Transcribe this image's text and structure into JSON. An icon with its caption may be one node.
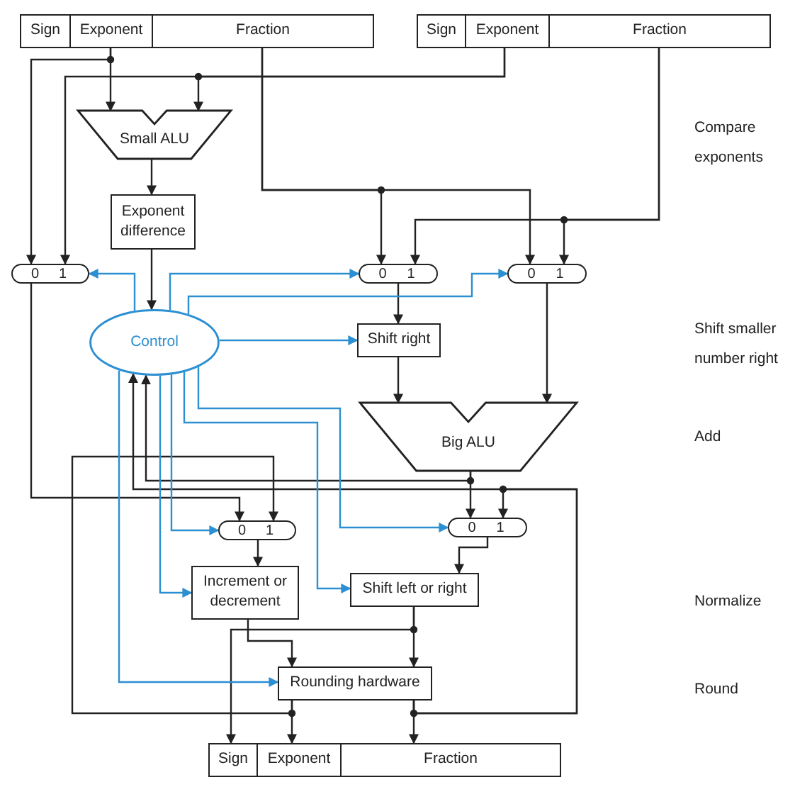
{
  "diagram": {
    "nodes": [
      {
        "text": [
          "Sign"
        ]
      },
      {
        "text": [
          "Exponent"
        ]
      },
      {
        "text": [
          "Fraction"
        ]
      },
      {
        "text": [
          "Sign"
        ]
      },
      {
        "text": [
          "Exponent"
        ]
      },
      {
        "text": [
          "Fraction"
        ]
      },
      {
        "text": [
          "Small ALU"
        ]
      },
      {
        "text": [
          "Exponent difference"
        ]
      },
      {
        "text": [
          "0",
          "1"
        ]
      },
      {
        "text": [
          "0",
          "1"
        ]
      },
      {
        "text": [
          "0",
          "1"
        ]
      },
      {
        "text": [
          "Control"
        ]
      },
      {
        "text": [
          "Shift right"
        ]
      },
      {
        "text": [
          "Big ALU"
        ]
      },
      {
        "text": [
          "0",
          "1"
        ]
      },
      {
        "text": [
          "0",
          "1"
        ]
      },
      {
        "text": [
          "Increment or decrement"
        ]
      },
      {
        "text": [
          "Shift left or right"
        ]
      },
      {
        "text": [
          "Rounding hardware"
        ]
      },
      {
        "text": [
          "Sign"
        ]
      },
      {
        "text": [
          "Exponent"
        ]
      },
      {
        "text": [
          "Fraction"
        ]
      }
    ],
    "edges": [
      {
        "from": 1,
        "to": 6,
        "arrow": "to"
      },
      {
        "from": 1,
        "to": 8,
        "arrow": "to"
      },
      {
        "from": 4,
        "to": 6,
        "arrow": "to"
      },
      {
        "from": 4,
        "to": 8,
        "arrow": "to"
      },
      {
        "from": 6,
        "to": 7,
        "arrow": "to"
      },
      {
        "from": 7,
        "to": 11,
        "arrow": "to"
      },
      {
        "from": 2,
        "to": 9,
        "arrow": "to"
      },
      {
        "from": 2,
        "to": 10,
        "arrow": "to"
      },
      {
        "from": 5,
        "to": 9,
        "arrow": "to"
      },
      {
        "from": 5,
        "to": 10,
        "arrow": "to"
      },
      {
        "from": 9,
        "to": 12,
        "arrow": "to"
      },
      {
        "from": 12,
        "to": 13,
        "arrow": "to"
      },
      {
        "from": 10,
        "to": 13,
        "arrow": "to"
      },
      {
        "from": 8,
        "to": 14,
        "arrow": "to"
      },
      {
        "from": 13,
        "to": 15,
        "arrow": "to"
      },
      {
        "from": 13,
        "to": 11,
        "arrow": "to"
      },
      {
        "from": 18,
        "to": 11,
        "arrow": "to"
      },
      {
        "from": 18,
        "to": 14,
        "arrow": "to"
      },
      {
        "from": 18,
        "to": 15,
        "arrow": "to"
      },
      {
        "from": 18,
        "to": 20,
        "arrow": "to"
      },
      {
        "from": 18,
        "to": 21,
        "arrow": "to"
      },
      {
        "from": 14,
        "to": 16,
        "arrow": "to"
      },
      {
        "from": 15,
        "to": 17,
        "arrow": "to"
      },
      {
        "from": 16,
        "to": 18,
        "arrow": "to"
      },
      {
        "from": 17,
        "to": 18,
        "arrow": "to"
      },
      {
        "from": 17,
        "to": 19,
        "arrow": "to"
      },
      {
        "from": 11,
        "to": 8,
        "arrow": "to",
        "color": "#2b8fd1"
      },
      {
        "from": 11,
        "to": 9,
        "arrow": "to",
        "color": "#2b8fd1"
      },
      {
        "from": 11,
        "to": 10,
        "arrow": "to",
        "color": "#2b8fd1"
      },
      {
        "from": 11,
        "to": 12,
        "arrow": "to",
        "color": "#2b8fd1"
      },
      {
        "from": 11,
        "to": 18,
        "arrow": "to",
        "color": "#2b8fd1"
      },
      {
        "from": 11,
        "to": 16,
        "arrow": "to",
        "color": "#2b8fd1"
      },
      {
        "from": 11,
        "to": 14,
        "arrow": "to",
        "color": "#2b8fd1"
      },
      {
        "from": 11,
        "to": 17,
        "arrow": "to",
        "color": "#2b8fd1"
      },
      {
        "from": 11,
        "to": 15,
        "arrow": "to",
        "color": "#2b8fd1"
      }
    ],
    "labels": [
      "Compare exponents",
      "Shift smaller number right",
      "Add",
      "Normalize",
      "Round"
    ]
  }
}
